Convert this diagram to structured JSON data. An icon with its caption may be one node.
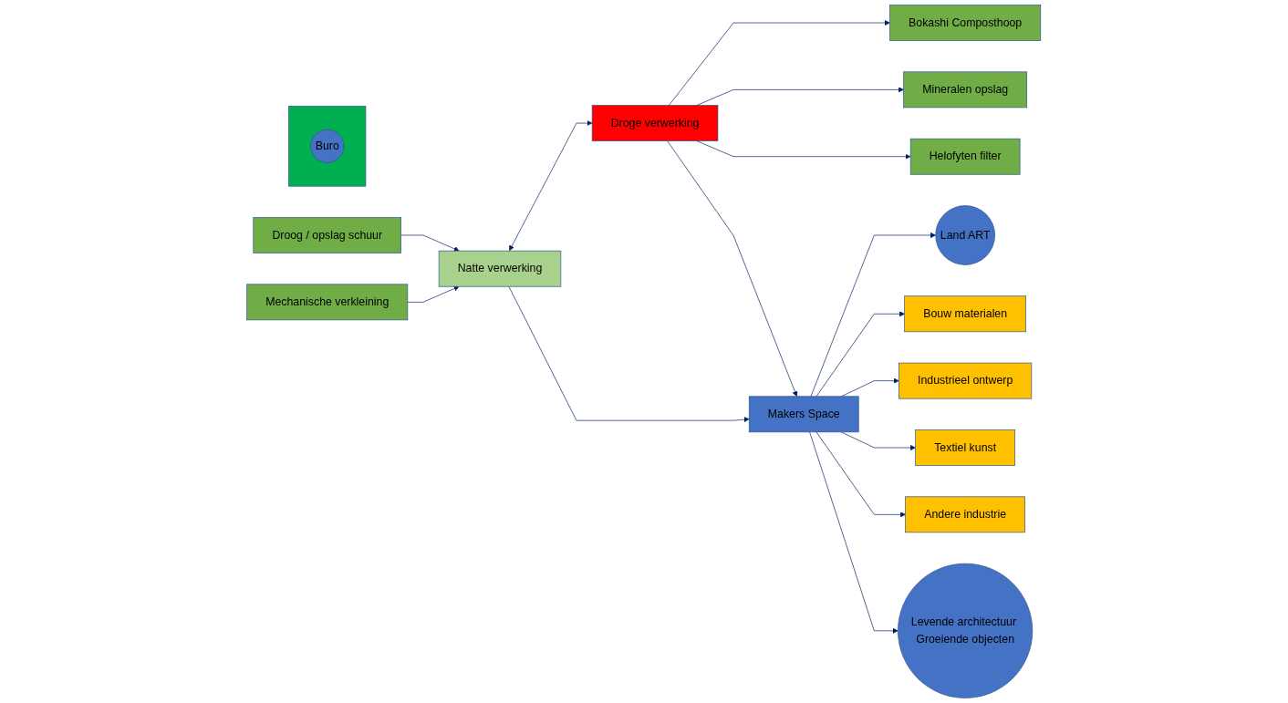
{
  "diagram": {
    "nodes": [
      {
        "text": [
          "Droog / opslag schuur"
        ]
      },
      {
        "text": [
          "Mechanische verkleining"
        ]
      },
      {
        "text": [
          "Natte verwerking"
        ]
      },
      {
        "text": [],
        "shape": "box"
      },
      {
        "text": [
          "Buro"
        ],
        "in": 3
      },
      {
        "text": [
          "Droge verwerking"
        ]
      },
      {
        "text": [
          "Bokashi Composthoop"
        ]
      },
      {
        "text": [
          "Mineralen opslag"
        ]
      },
      {
        "text": [
          "Helofyten filter"
        ]
      },
      {
        "text": [
          "Makers Space"
        ]
      },
      {
        "text": [
          "Land ART"
        ]
      },
      {
        "text": [
          "Bouw materialen"
        ]
      },
      {
        "text": [
          "Industrieel ontwerp"
        ]
      },
      {
        "text": [
          "Textiel kunst"
        ]
      },
      {
        "text": [
          "Andere industrie"
        ]
      },
      {
        "text": [
          "Levende architectuur Groeiende objecten"
        ]
      }
    ],
    "edges": [
      {
        "from": 0,
        "to": 2,
        "arrow": "to"
      },
      {
        "from": 1,
        "to": 2,
        "arrow": "to"
      },
      {
        "from": 2,
        "to": 5,
        "arrow": "both"
      },
      {
        "from": 5,
        "to": 6,
        "arrow": "to"
      },
      {
        "from": 5,
        "to": 7,
        "arrow": "to"
      },
      {
        "from": 5,
        "to": 8,
        "arrow": "to"
      },
      {
        "from": 2,
        "to": 9,
        "arrow": "to"
      },
      {
        "from": 5,
        "to": 9,
        "arrow": "to"
      },
      {
        "from": 9,
        "to": 10,
        "arrow": "to"
      },
      {
        "from": 9,
        "to": 11,
        "arrow": "to"
      },
      {
        "from": 9,
        "to": 12,
        "arrow": "to"
      },
      {
        "from": 9,
        "to": 13,
        "arrow": "to"
      },
      {
        "from": 9,
        "to": 14,
        "arrow": "to"
      },
      {
        "from": 9,
        "to": 15,
        "arrow": "to"
      }
    ]
  }
}
